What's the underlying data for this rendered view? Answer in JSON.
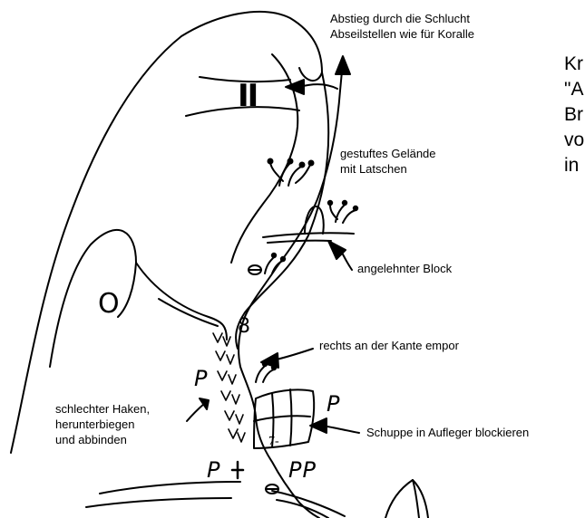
{
  "labels": {
    "abstieg_line1": "Abstieg durch die Schlucht",
    "abstieg_line2": "Abseilstellen wie für Koralle",
    "gestuftes_line1": "gestuftes Gelände",
    "gestuftes_line2": "mit Latschen",
    "angelehnter_block": "angelehnter Block",
    "rechts_kante": "rechts an der Kante empor",
    "haken_line1": "schlechter Haken,",
    "haken_line2": "herunterbiegen",
    "haken_line3": "und abbinden",
    "schuppe": "Schuppe in Aufleger blockieren"
  },
  "side_text": [
    "Kr",
    "\"A",
    "Br",
    "vo",
    "in"
  ],
  "marks": {
    "pitch_roman": "II",
    "grade": "7-",
    "p_marks": [
      "P",
      "P",
      "P",
      "PP"
    ],
    "belay_symbols": [
      "O",
      "8"
    ]
  },
  "icons": [
    "arrow-icon",
    "bush-icon",
    "piton-icon",
    "belay-ring-icon"
  ],
  "colors": {
    "ink": "#000000",
    "background": "#ffffff"
  }
}
